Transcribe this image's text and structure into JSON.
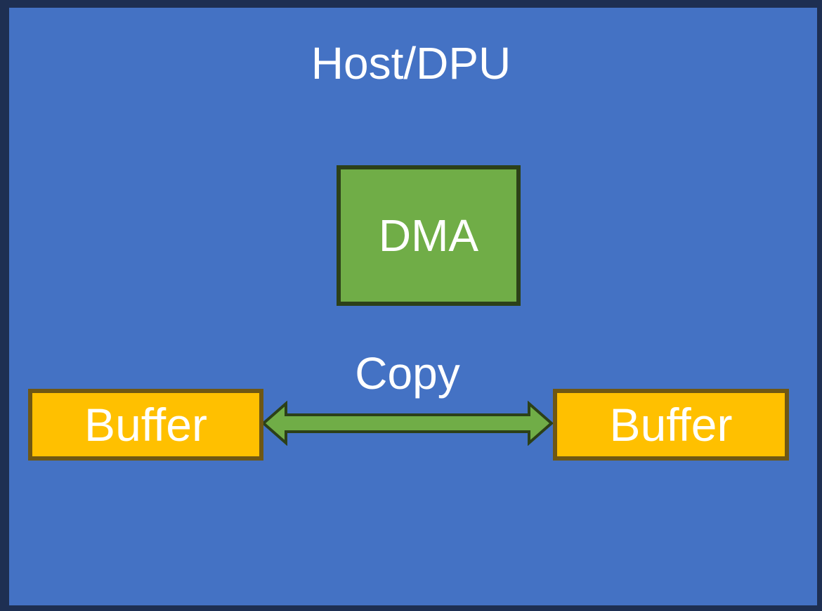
{
  "diagram": {
    "title": "Host/DPU",
    "nodes": {
      "dma": {
        "label": "DMA",
        "shape": "rectangle"
      },
      "buffer_left": {
        "label": "Buffer",
        "shape": "rectangle"
      },
      "buffer_right": {
        "label": "Buffer",
        "shape": "rectangle"
      }
    },
    "edge": {
      "label": "Copy",
      "type": "double-headed-arrow",
      "from": "buffer_left",
      "to": "buffer_right"
    }
  },
  "colors": {
    "background": "#4472C4",
    "frame_border": "#1E2F52",
    "dma_fill": "#70AD47",
    "dma_border": "#2C4018",
    "buffer_fill": "#FFC000",
    "buffer_border": "#6F5713",
    "arrow_fill": "#70AD47",
    "arrow_border": "#2C4018",
    "text": "#FFFFFF"
  }
}
